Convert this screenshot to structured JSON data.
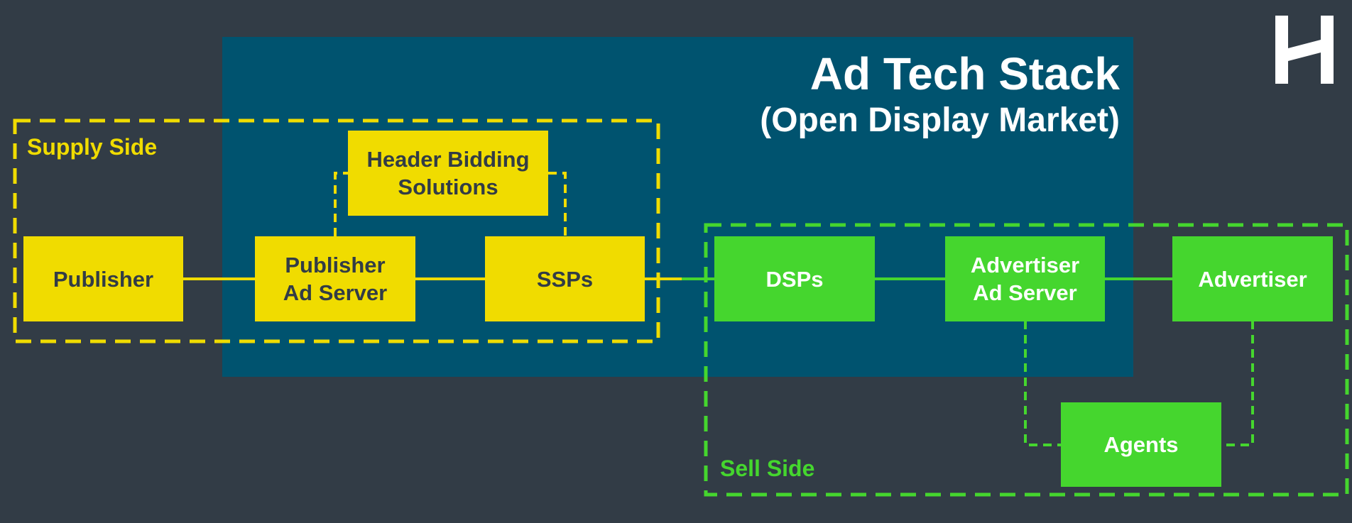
{
  "title": {
    "line1": "Ad Tech Stack",
    "line2": "(Open Display Market)"
  },
  "zones": {
    "supply": "Supply Side",
    "sell": "Sell Side"
  },
  "nodes": {
    "publisher": "Publisher",
    "publisher_ad_server": {
      "line1": "Publisher",
      "line2": "Ad Server"
    },
    "header_bidding": {
      "line1": "Header Bidding",
      "line2": "Solutions"
    },
    "ssps": "SSPs",
    "dsps": "DSPs",
    "advertiser_ad_server": {
      "line1": "Advertiser",
      "line2": "Ad Server"
    },
    "advertiser": "Advertiser",
    "agents": "Agents"
  },
  "colors": {
    "background": "#323c46",
    "panel": "#00536f",
    "supply": "#f0dc00",
    "sell": "#45d62e",
    "text_dark": "#323c46",
    "text_light": "#ffffff"
  },
  "icons": {
    "logo": "h-logo-icon"
  }
}
